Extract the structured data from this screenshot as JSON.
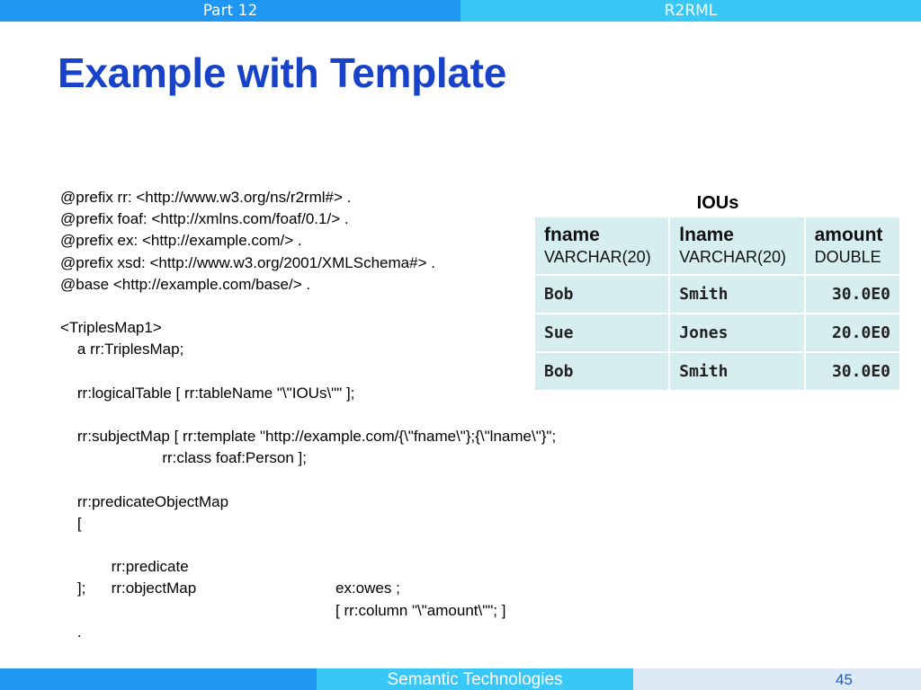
{
  "header": {
    "left": "Part 12",
    "right": "R2RML"
  },
  "title": "Example with Template",
  "code": {
    "lines": [
      "@prefix rr: <http://www.w3.org/ns/r2rml#> .",
      "@prefix foaf: <http://xmlns.com/foaf/0.1/> .",
      "@prefix ex: <http://example.com/> .",
      "@prefix xsd: <http://www.w3.org/2001/XMLSchema#> .",
      "@base <http://example.com/base/> .",
      "",
      "<TriplesMap1>",
      "    a rr:TriplesMap;",
      "",
      "    rr:logicalTable [ rr:tableName \"\\\"IOUs\\\"\" ];",
      "",
      "    rr:subjectMap [ rr:template \"http://example.com/{\\\"fname\\\"};{\\\"lname\\\"}\";",
      "                        rr:class foaf:Person ];",
      "",
      "    rr:predicateObjectMap",
      "    [",
      "      rr:predicate",
      "      rr:objectMap",
      "    ];",
      "",
      "    ."
    ],
    "predicate_value": "ex:owes ;",
    "objectmap_value": "[ rr:column \"\\\"amount\\\"\"; ]"
  },
  "table": {
    "caption": "IOUs",
    "columns": [
      {
        "name": "fname",
        "type": "VARCHAR(20)"
      },
      {
        "name": "lname",
        "type": "VARCHAR(20)"
      },
      {
        "name": "amount",
        "type": "DOUBLE"
      }
    ],
    "rows": [
      [
        "Bob",
        "Smith",
        "30.0E0"
      ],
      [
        "Sue",
        "Jones",
        "20.0E0"
      ],
      [
        "Bob",
        "Smith",
        "30.0E0"
      ]
    ]
  },
  "footer": {
    "center": "Semantic Technologies",
    "page": "45"
  },
  "colors": {
    "title": "#1843c8",
    "bar_dark": "#1f97f2",
    "bar_light": "#39c8f6",
    "table_cell": "#d6eef0"
  }
}
